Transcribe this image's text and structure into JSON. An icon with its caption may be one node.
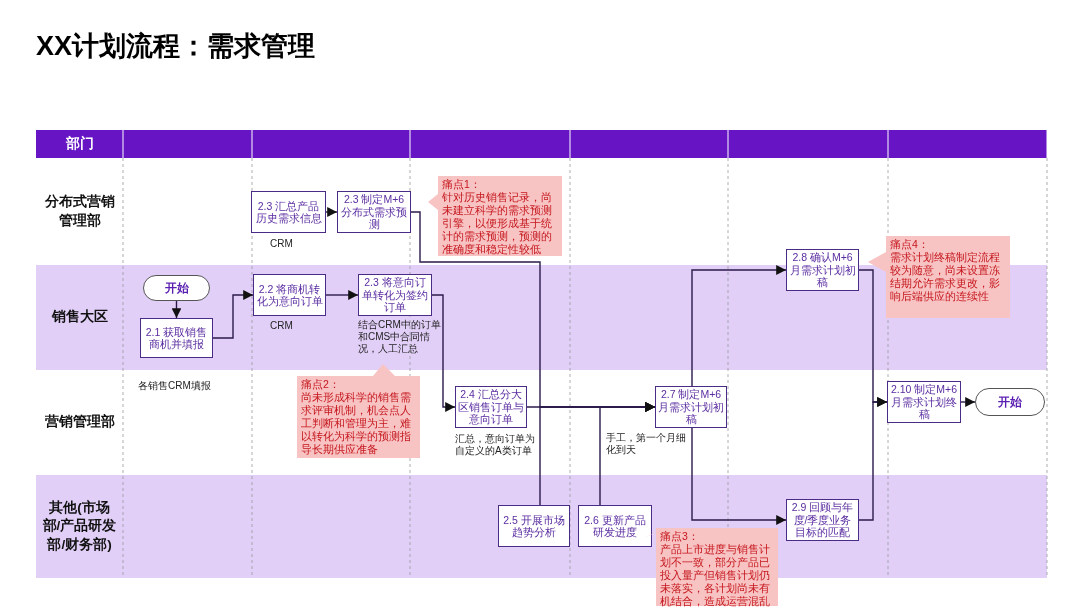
{
  "diagram": {
    "title": "XX计划流程：需求管理",
    "nodes": [
      {
        "text": [
          "部门"
        ]
      },
      {
        "text": [
          "分布式营销管理部"
        ]
      },
      {
        "text": [
          "2.3 汇总产品历史需求信息"
        ],
        "in": 1,
        "beside": [
          "CRM"
        ]
      },
      {
        "text": [
          "2.3 制定M+6分布式需求预测"
        ],
        "in": 1
      },
      {
        "text": [
          "痛点1：",
          "针对历史销售记录，尚未建立科学的需求预测引擎，以便形成基于统计的需求预测，预测的准确度和稳定性较低"
        ],
        "in": 1
      },
      {
        "text": [
          "销售大区"
        ]
      },
      {
        "text": [
          "开始"
        ],
        "in": 5
      },
      {
        "text": [
          "2.1 获取销售商机并填报"
        ],
        "in": 5,
        "beside": [
          "各销售CRM填报"
        ]
      },
      {
        "text": [
          "2.2 将商机转化为意向订单"
        ],
        "in": 5,
        "beside": [
          "CRM"
        ]
      },
      {
        "text": [
          "2.3 将意向订单转化为签约订单"
        ],
        "in": 5,
        "beside": [
          "结合CRM中的订单和CMS中合同情况，人工汇总"
        ]
      },
      {
        "text": [
          "2.8 确认M+6月需求计划初稿"
        ]
      },
      {
        "text": [
          "痛点4：",
          "需求计划终稿制定流程较为随意，尚未设置冻结期允许需求更改，影响后端供应的连续性"
        ]
      },
      {
        "text": [
          "营销管理部"
        ]
      },
      {
        "text": [
          "痛点2：",
          "尚未形成科学的销售需求评审机制，机会点人工判断和管理为主，难以转化为科学的预测指导长期供应准备"
        ],
        "in": 12
      },
      {
        "text": [
          "2.4 汇总分大区销售订单与意向订单"
        ],
        "in": 12,
        "beside": [
          "汇总，意向订单为自定义的A类订单"
        ]
      },
      {
        "text": [
          "2.7 制定M+6月需求计划初稿"
        ],
        "in": 12,
        "beside": [
          "手工，第一个月细化到天"
        ]
      },
      {
        "text": [
          "2.10 制定M+6月需求计划终稿"
        ],
        "in": 12
      },
      {
        "text": [
          "开始"
        ],
        "in": 12
      },
      {
        "text": [
          "其他(市场部/产品研发部/财务部)"
        ]
      },
      {
        "text": [
          "2.5 开展市场趋势分析"
        ],
        "in": 18
      },
      {
        "text": [
          "2.6 更新产品研发进度"
        ],
        "in": 18
      },
      {
        "text": [
          "2.9 回顾与年度/季度业务目标的匹配"
        ],
        "in": 18
      },
      {
        "text": [
          "痛点3：",
          "产品上市进度与销售计划不一致，部分产品已投入量产但销售计划仍未落实，各计划尚未有机结合，造成运营混乱"
        ]
      }
    ],
    "edges": [
      {
        "from": 6,
        "to": 7,
        "arrow": "to"
      },
      {
        "from": 7,
        "to": 8,
        "arrow": "to"
      },
      {
        "from": 8,
        "to": 9,
        "arrow": "to"
      },
      {
        "from": 9,
        "to": 14,
        "arrow": "to"
      },
      {
        "from": 2,
        "to": 3,
        "arrow": "to"
      },
      {
        "from": 3,
        "to": 15,
        "arrow": "to"
      },
      {
        "from": 14,
        "to": 15,
        "arrow": "to"
      },
      {
        "from": 19,
        "to": 15,
        "arrow": "to"
      },
      {
        "from": 20,
        "to": 15,
        "arrow": "to"
      },
      {
        "from": 15,
        "to": 10,
        "arrow": "to"
      },
      {
        "from": 15,
        "to": 21,
        "arrow": "to"
      },
      {
        "from": 10,
        "to": 16,
        "arrow": "to"
      },
      {
        "from": 21,
        "to": 16,
        "arrow": "to"
      },
      {
        "from": 16,
        "to": 17,
        "arrow": "to"
      }
    ]
  }
}
